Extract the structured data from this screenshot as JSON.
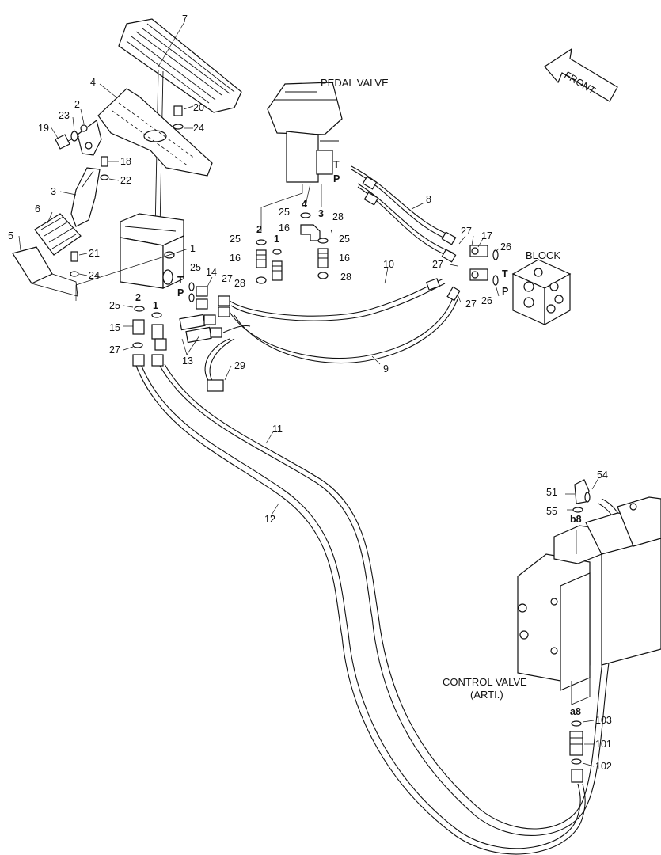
{
  "captions": {
    "pedal_valve": "PEDAL VALVE",
    "front": "FRONT",
    "block": "BLOCK",
    "control_valve_line1": "CONTROL VALVE",
    "control_valve_line2": "(ARTI.)"
  },
  "port_marks": {
    "T": "T",
    "P": "P",
    "p1": "1",
    "p2": "2",
    "p3": "3",
    "p4": "4",
    "a8": "a8",
    "b8": "b8"
  },
  "callouts": {
    "n1": "1",
    "n2": "2",
    "n3": "3",
    "n4": "4",
    "n5": "5",
    "n6": "6",
    "n7": "7",
    "n8": "8",
    "n9": "9",
    "n10": "10",
    "n11": "11",
    "n12": "12",
    "n13": "13",
    "n14": "14",
    "n15": "15",
    "n16": "16",
    "n17": "17",
    "n18": "18",
    "n19": "19",
    "n20": "20",
    "n21": "21",
    "n22": "22",
    "n23": "23",
    "n24": "24",
    "n25": "25",
    "n26": "26",
    "n27": "27",
    "n28": "28",
    "n29": "29",
    "n51": "51",
    "n54": "54",
    "n55": "55",
    "n101": "101",
    "n102": "102",
    "n103": "103"
  }
}
